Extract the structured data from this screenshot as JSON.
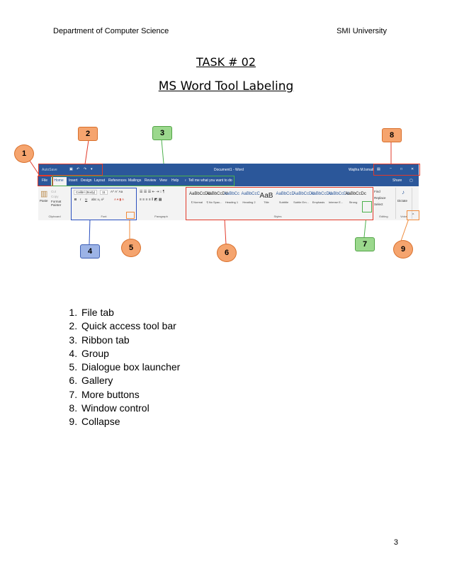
{
  "header": {
    "left": "Department of Computer Science",
    "right": "SMI University"
  },
  "title": "TASK # 02",
  "subtitle": "MS Word Tool Labeling",
  "word": {
    "autosave": "AutoSave",
    "doc_title": "Document1 - Word",
    "user": "Wajiha M.Ismail",
    "tabs": [
      "File",
      "Home",
      "Insert",
      "Design",
      "Layout",
      "References",
      "Mailings",
      "Review",
      "View",
      "Help"
    ],
    "tell_me": "Tell me what you want to do",
    "share": "Share",
    "clipboard": {
      "paste": "Paste",
      "cut": "Cut",
      "copy": "Copy",
      "format_painter": "Format Painter",
      "label": "Clipboard"
    },
    "font": {
      "name": "Calibri (Body)",
      "size": "11",
      "label": "Font"
    },
    "paragraph_label": "Paragraph",
    "styles": [
      {
        "preview": "AaBbCcDd",
        "name": "¶ Normal"
      },
      {
        "preview": "AaBbCcDd",
        "name": "¶ No Spac..."
      },
      {
        "preview": "AaBbCc",
        "name": "Heading 1"
      },
      {
        "preview": "AaBbCcC",
        "name": "Heading 2"
      },
      {
        "preview": "AaB",
        "name": "Title"
      },
      {
        "preview": "AaBbCcD",
        "name": "Subtitle"
      },
      {
        "preview": "AaBbCcDd",
        "name": "Subtle Em..."
      },
      {
        "preview": "AaBbCcDd",
        "name": "Emphasis"
      },
      {
        "preview": "AaBbCcDd",
        "name": "Intense E..."
      },
      {
        "preview": "AaBbCcDc",
        "name": "Strong"
      }
    ],
    "styles_label": "Styles",
    "editing": {
      "find": "Find",
      "replace": "Replace",
      "select": "Select",
      "label": "Editing"
    },
    "voice": {
      "dictate": "Dictate",
      "label": "Voice"
    }
  },
  "callouts": [
    "1",
    "2",
    "3",
    "4",
    "5",
    "6",
    "7",
    "8",
    "9"
  ],
  "list": [
    "File tab",
    "Quick access tool bar",
    "Ribbon tab",
    "Group",
    "Dialogue box launcher",
    "Gallery",
    "More buttons",
    "Window control",
    "Collapse"
  ],
  "page_number": "3",
  "colors": {
    "word_blue": "#2b579a",
    "red": "#e23a2a",
    "green": "#4bb04b",
    "blue": "#2a4fbf",
    "orange": "#f08a3a"
  }
}
